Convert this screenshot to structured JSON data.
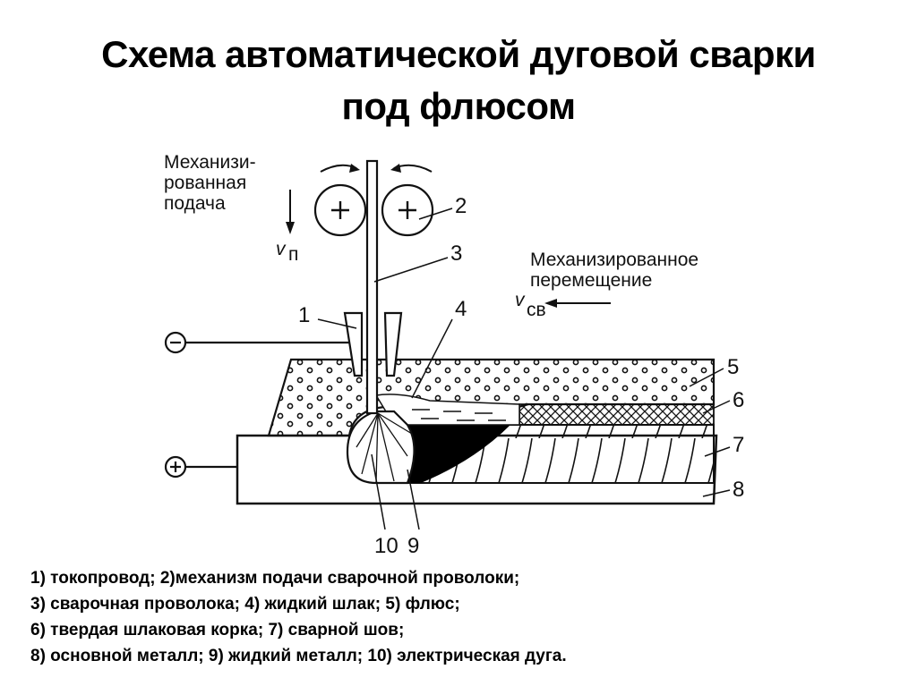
{
  "title": {
    "line1": "Схема автоматической дуговой сварки",
    "line2": "под флюсом"
  },
  "diagram": {
    "feed_label": [
      "Механизи-",
      "рованная",
      "подача"
    ],
    "feed_speed": "v",
    "feed_speed_sub": "п",
    "travel_label": [
      "Механизированное",
      "перемещение"
    ],
    "travel_speed": "v",
    "travel_speed_sub": "св",
    "minus_terminal": "−",
    "plus_terminal": "+",
    "callouts": [
      "1",
      "2",
      "3",
      "4",
      "5",
      "6",
      "7",
      "8",
      "9",
      "10"
    ]
  },
  "legend": [
    "1)   токопровод; 2)механизм подачи сварочной проволоки;",
    "3) сварочная проволока; 4) жидкий шлак; 5) флюс;",
    "6) твердая шлаковая корка; 7) сварной шов;",
    "8) основной металл; 9) жидкий металл; 10) электрическая дуга."
  ]
}
